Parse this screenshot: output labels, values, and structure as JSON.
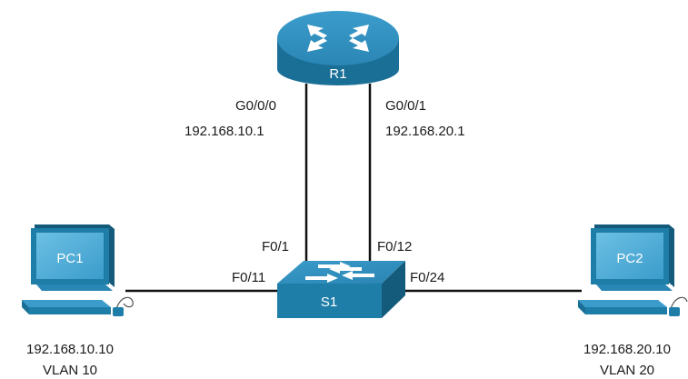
{
  "devices": {
    "router": {
      "name": "R1"
    },
    "switch": {
      "name": "S1"
    },
    "pc1": {
      "name": "PC1",
      "ip": "192.168.10.10",
      "vlan": "VLAN 10"
    },
    "pc2": {
      "name": "PC2",
      "ip": "192.168.20.10",
      "vlan": "VLAN 20"
    }
  },
  "links": {
    "r1_s1_left": {
      "router_port": "G0/0/0",
      "router_ip": "192.168.10.1",
      "switch_port": "F0/1"
    },
    "r1_s1_right": {
      "router_port": "G0/0/1",
      "router_ip": "192.168.20.1",
      "switch_port": "F0/12"
    },
    "pc1_s1": {
      "switch_port": "F0/11"
    },
    "pc2_s1": {
      "switch_port": "F0/24"
    }
  },
  "colors": {
    "device_fill": "#1f7ea8",
    "device_dark": "#145a7a",
    "device_light": "#5fb2d6",
    "link": "#111111"
  }
}
